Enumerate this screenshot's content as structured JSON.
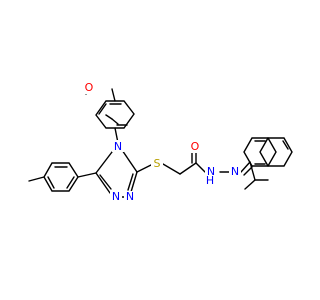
{
  "colors": {
    "background": "#ffffff",
    "bond": "#000000",
    "oxygen": "#ff0000",
    "nitrogen": "#0000ff",
    "sulfur": "#b8a000"
  },
  "atoms": {
    "o_methoxy": "O",
    "n4": "N",
    "n_triazole_a": "N",
    "n_triazole_b": "N",
    "s": "S",
    "o_carbonyl": "O",
    "nh": "N",
    "nh_h": "H",
    "n_imine": "N"
  }
}
